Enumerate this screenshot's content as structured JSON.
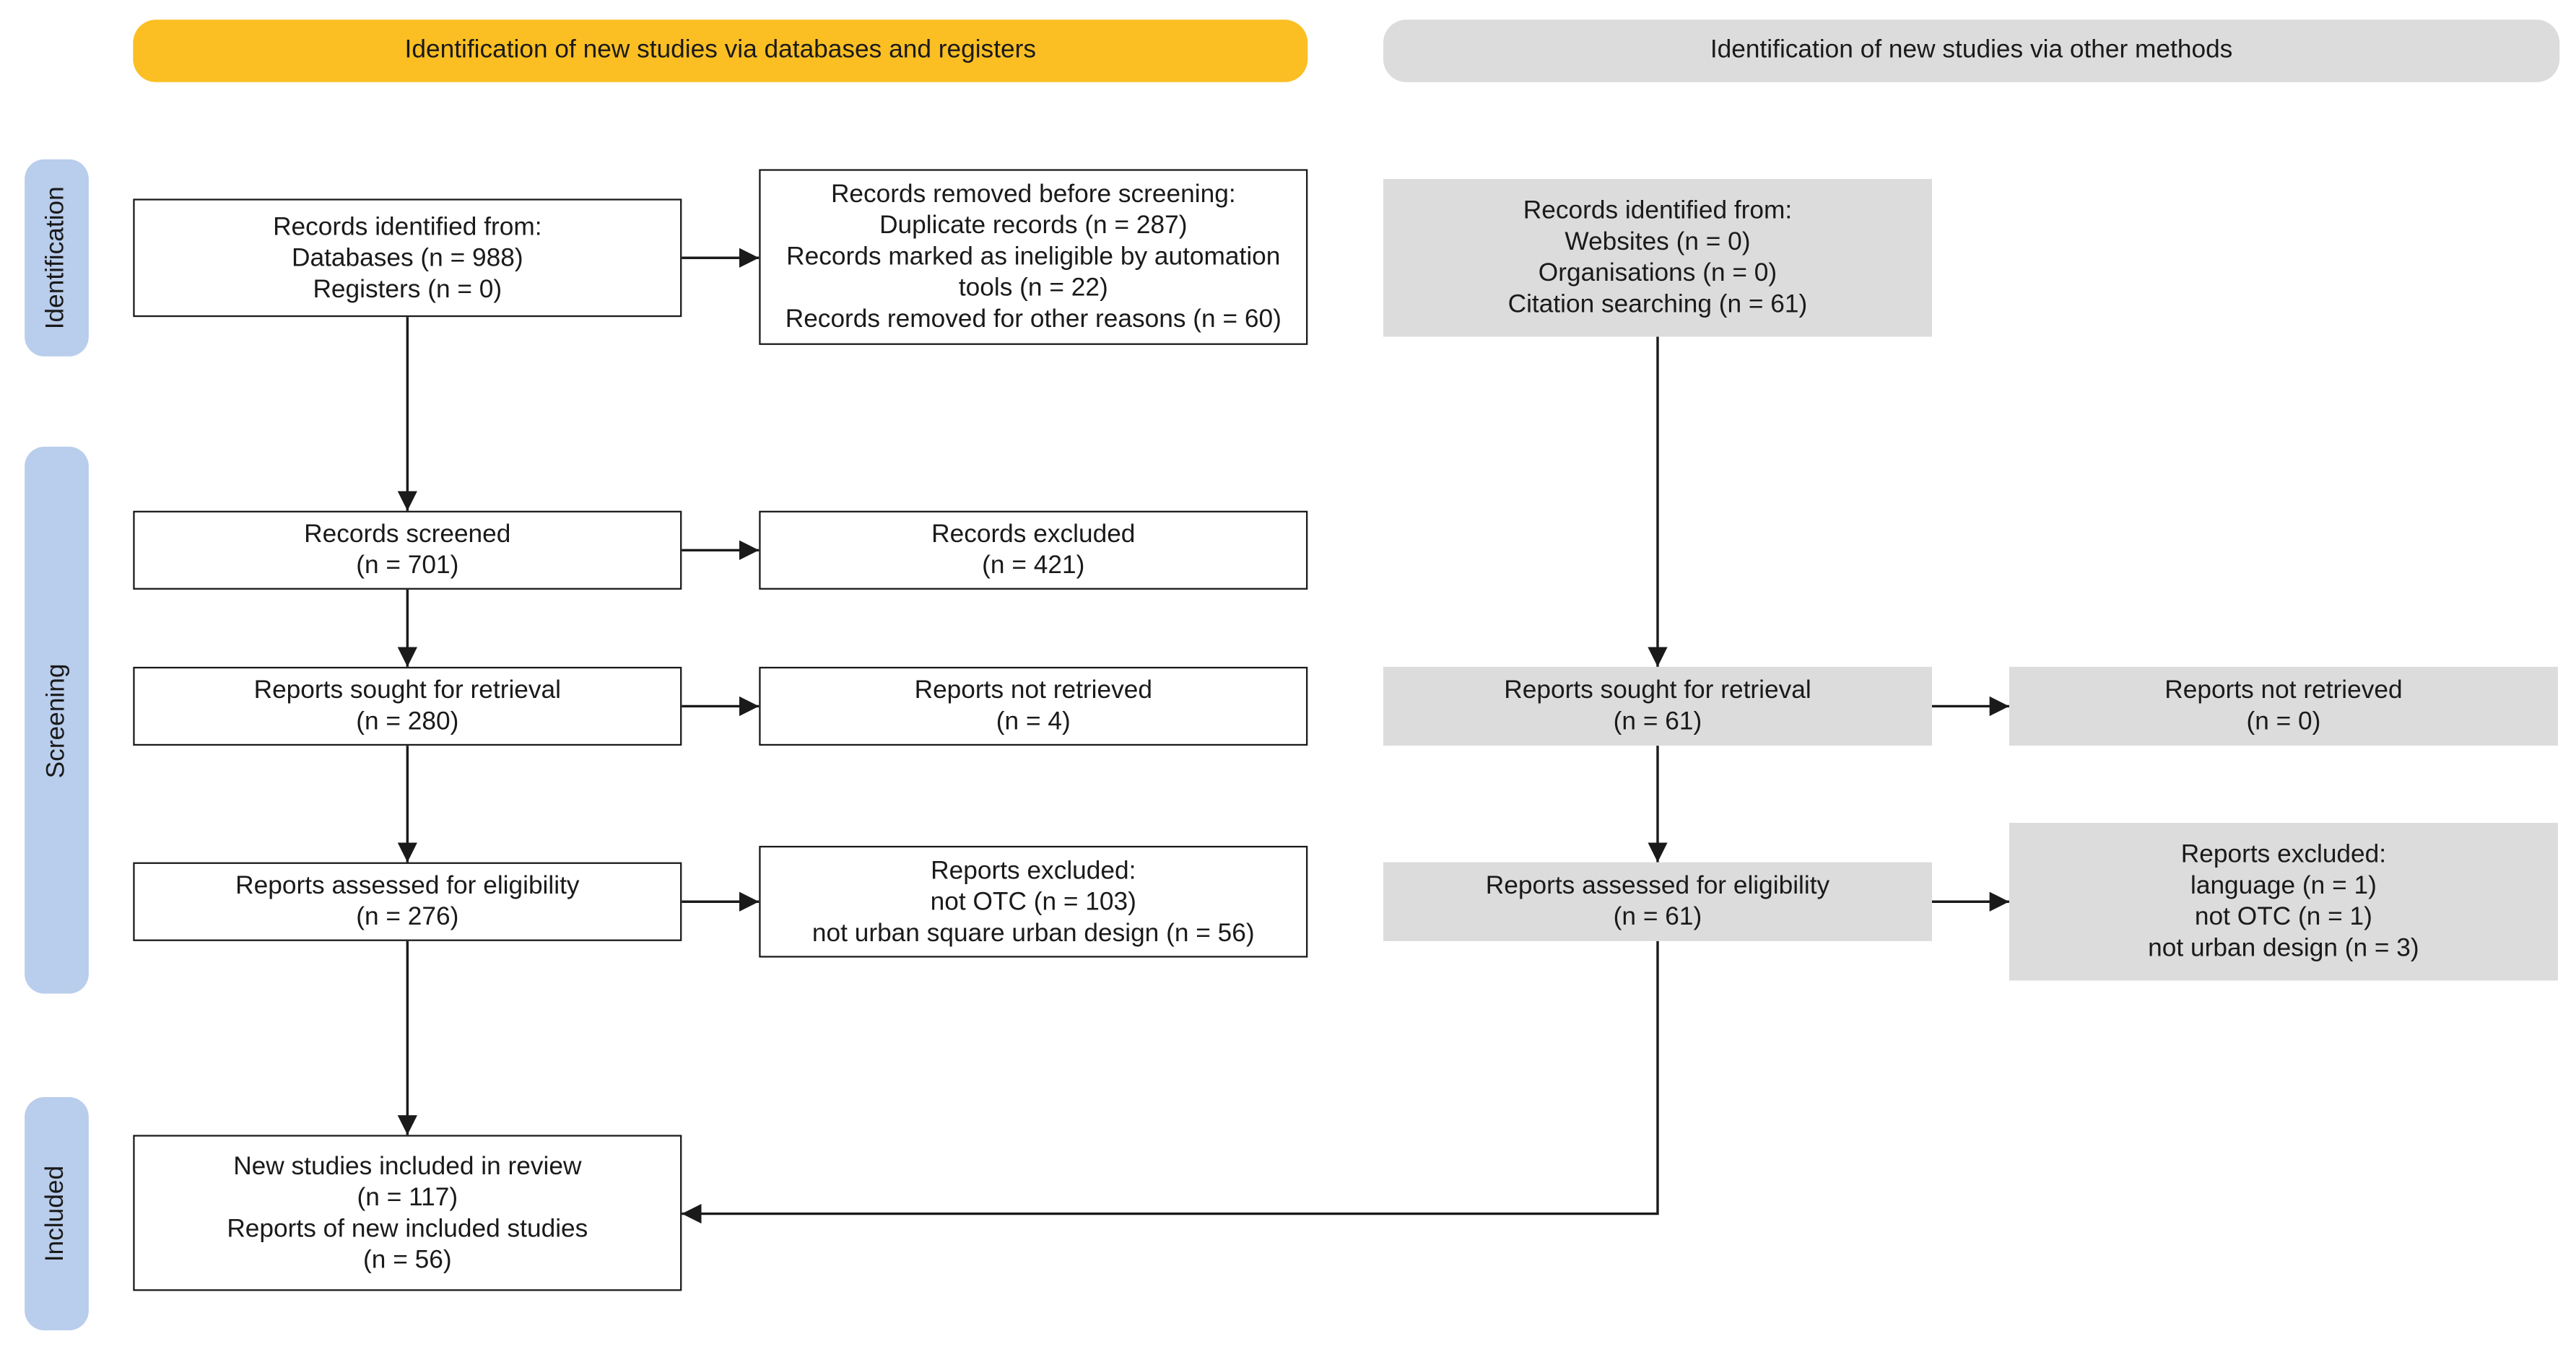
{
  "banners": {
    "databases": "Identification of new studies via databases and registers",
    "other": "Identification of new studies via other methods"
  },
  "phases": {
    "identification": "Identification",
    "screening": "Screening",
    "included": "Included"
  },
  "databases_column": {
    "records_identified": [
      "Records identified from:",
      "Databases (n = 988)",
      "Registers (n = 0)"
    ],
    "records_removed": [
      "Records removed before screening:",
      "Duplicate records (n = 287)",
      "Records marked as ineligible by automation",
      "tools (n = 22)",
      "Records removed for other reasons (n = 60)"
    ],
    "records_screened": [
      "Records screened",
      "(n = 701)"
    ],
    "records_excluded": [
      "Records excluded",
      "(n = 421)"
    ],
    "reports_sought": [
      "Reports sought for retrieval",
      "(n = 280)"
    ],
    "reports_not_retrieved": [
      "Reports not retrieved",
      "(n = 4)"
    ],
    "reports_assessed": [
      "Reports assessed for eligibility",
      "(n = 276)"
    ],
    "reports_excluded": [
      "Reports excluded:",
      "not OTC (n = 103)",
      "not urban square urban design (n = 56)"
    ],
    "included": [
      "New studies included in review",
      "(n = 117)",
      "Reports of new included studies",
      "(n = 56)"
    ]
  },
  "other_column": {
    "records_identified": [
      "Records identified from:",
      "Websites (n = 0)",
      "Organisations (n = 0)",
      "Citation searching (n = 61)"
    ],
    "reports_sought": [
      "Reports sought for retrieval",
      "(n = 61)"
    ],
    "reports_not_retrieved": [
      "Reports not retrieved",
      "(n = 0)"
    ],
    "reports_assessed": [
      "Reports assessed for eligibility",
      "(n = 61)"
    ],
    "reports_excluded": [
      "Reports excluded:",
      "language (n = 1)",
      "not OTC (n = 1)",
      "not urban design (n = 3)"
    ]
  },
  "colors": {
    "banner_databases": "#fbbf24",
    "banner_other": "#dcdcdc",
    "phase_label": "#b9cdec",
    "other_box": "#dcdcdc",
    "line": "#1a1a1a"
  }
}
